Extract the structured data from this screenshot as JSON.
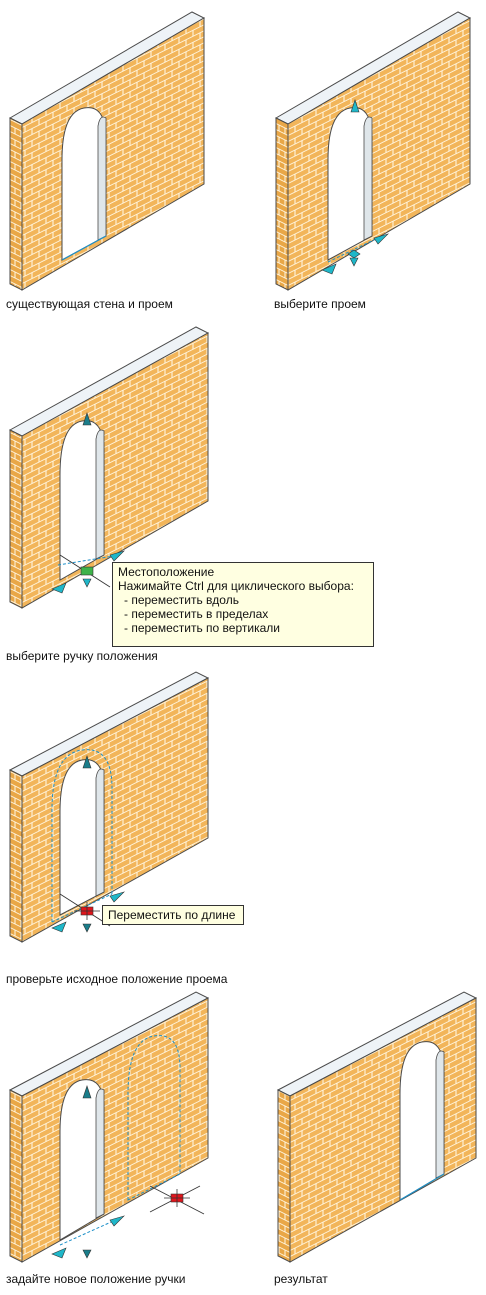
{
  "captions": {
    "step1": "существующая стена и проем",
    "step2": "выберите проем",
    "step3": "выберите ручку положения",
    "step4": "проверьте исходное положение проема",
    "step5": "задайте новое положение ручки",
    "step6": "результат"
  },
  "tooltip_location": {
    "title": "Местоположение",
    "hint": "Нажимайте Ctrl для циклического выбора:",
    "options": [
      "- переместить вдоль",
      "- переместить в пределах",
      "- переместить по вертикали"
    ]
  },
  "tooltip_move": {
    "text": "Переместить по длине"
  },
  "colors": {
    "brick": "#f2b55a",
    "mortar": "#fff4dc",
    "edge": "#4a4a4a",
    "grip": "#1fb7c9",
    "grip_selected_green": "#3db34a",
    "grip_active_red": "#e0151c",
    "guide": "#1e90c8"
  }
}
